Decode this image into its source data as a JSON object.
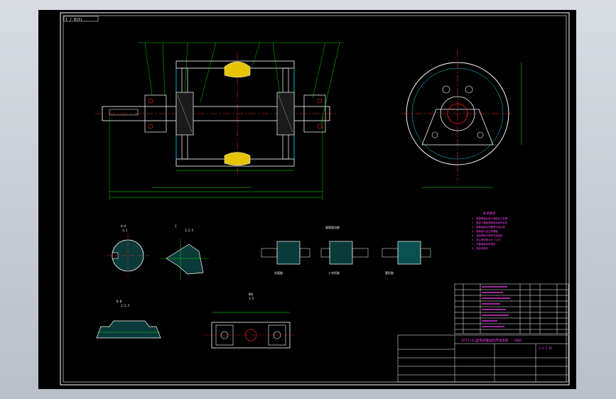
{
  "sheet": {
    "corner_tag": "1 / 8(5)",
    "drawing_title": "DTII(A)型带式输送机传动滚筒 - 2002",
    "sheet_info": "1:2.5 B1"
  },
  "section_labels": {
    "shaft_section": "A-A",
    "shaft_scale": "1:1",
    "detail_I": "I",
    "detail_I_scale": "1:2.5",
    "rubber_section": "B-B",
    "rubber_scale": "1:2.5",
    "lagging_title": "滚筒面包胶",
    "lagging_a": "光面胶",
    "lagging_b": "人字形胶",
    "lagging_c": "菱形胶",
    "bearing_view": "B向",
    "bearing_scale": "1:5"
  },
  "tech_notes": {
    "title": "技术要求",
    "lines": [
      "1. 滚筒焊接后进行消除应力处理",
      "2. 筒体与辐板焊缝须经探伤检查",
      "3. 滚筒装配后须做静平衡试验",
      "4. 轴承座内加注润滑脂",
      "5. 包胶表面不得有气泡裂纹",
      "6. 未注明倒角均为 2x45°",
      "7. 外露表面涂防锈漆",
      "8. 按标准验收"
    ]
  },
  "colors": {
    "background": "#000000",
    "outline": "#ffffff",
    "centerline": "#ff2020",
    "dimension": "#00ff00",
    "hidden": "#00e0ff",
    "accent": "#ffd700",
    "text": "#ff40ff"
  }
}
